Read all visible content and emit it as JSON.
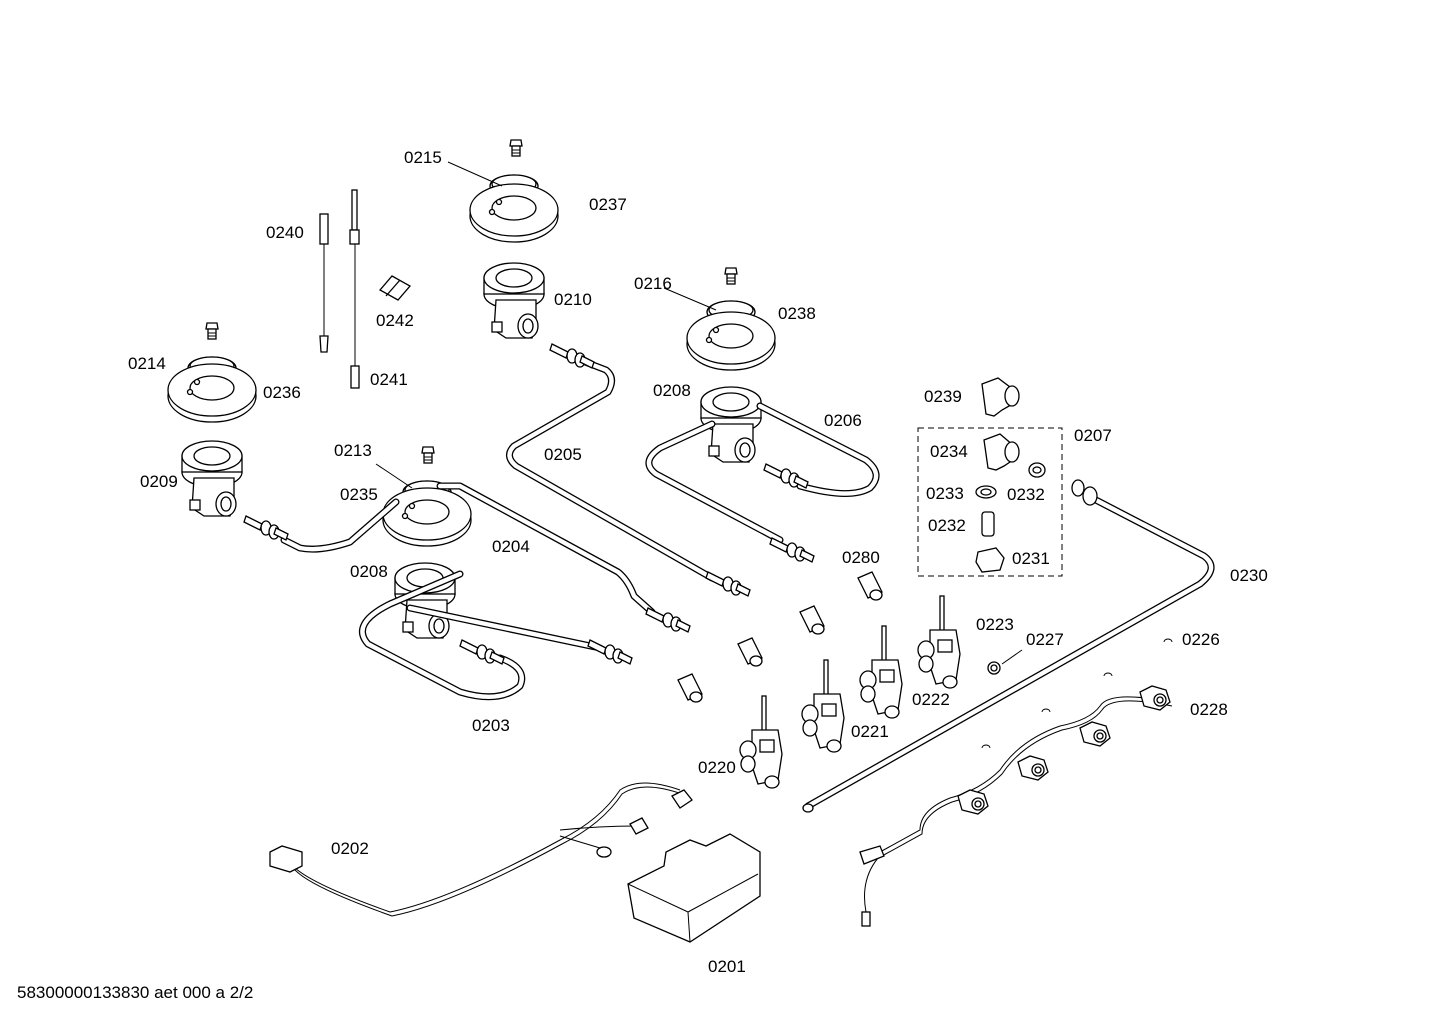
{
  "labels": {
    "p0201": "0201",
    "p0202": "0202",
    "p0203": "0203",
    "p0204": "0204",
    "p0205": "0205",
    "p0206": "0206",
    "p0207": "0207",
    "p0208a": "0208",
    "p0208b": "0208",
    "p0209": "0209",
    "p0210": "0210",
    "p0213": "0213",
    "p0214": "0214",
    "p0215": "0215",
    "p0216": "0216",
    "p0220": "0220",
    "p0221": "0221",
    "p0222": "0222",
    "p0223": "0223",
    "p0226": "0226",
    "p0227": "0227",
    "p0228": "0228",
    "p0230": "0230",
    "p0231": "0231",
    "p0232a": "0232",
    "p0232b": "0232",
    "p0233": "0233",
    "p0234": "0234",
    "p0235": "0235",
    "p0236": "0236",
    "p0237": "0237",
    "p0238": "0238",
    "p0239": "0239",
    "p0240": "0240",
    "p0241": "0241",
    "p0242": "0242",
    "p0280": "0280"
  },
  "footer": "58300000133830 aet 000 a 2/2"
}
